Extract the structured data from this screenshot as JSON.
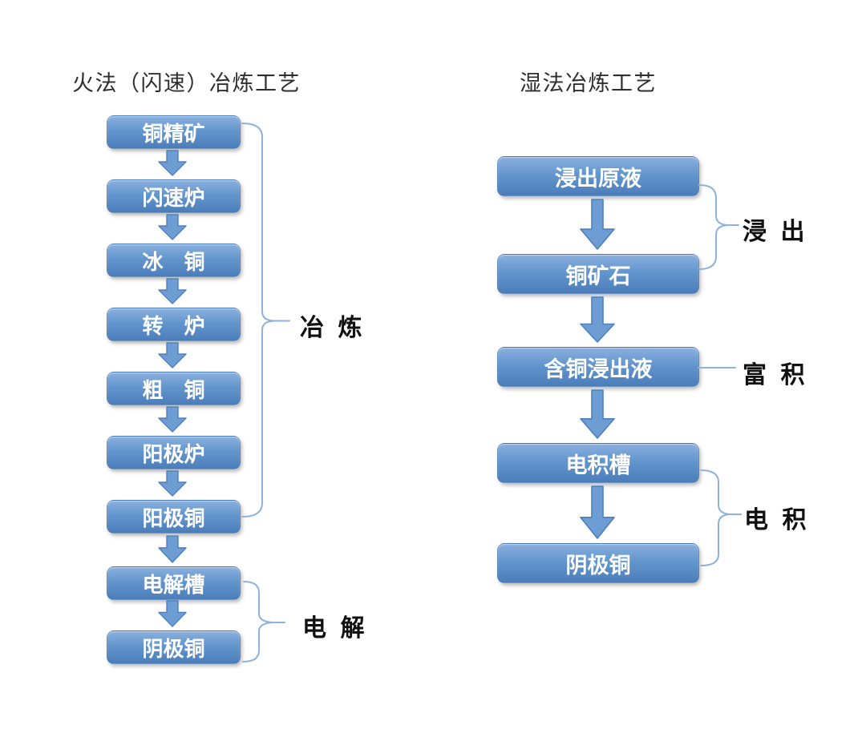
{
  "diagram": {
    "left_process": {
      "title": "火法（闪速）冶炼工艺",
      "steps": [
        "铜精矿",
        "闪速炉",
        "冰　铜",
        "转　炉",
        "粗　铜",
        "阳极炉",
        "阳极铜",
        "电解槽",
        "阴极铜"
      ],
      "stage_labels": {
        "smelting": "冶 炼",
        "electrolysis": "电 解"
      }
    },
    "right_process": {
      "title": "湿法冶炼工艺",
      "steps": [
        "浸出原液",
        "铜矿石",
        "含铜浸出液",
        "电积槽",
        "阴极铜"
      ],
      "stage_labels": {
        "leaching": "浸 出",
        "enrichment": "富 积",
        "electrowinning": "电 积"
      }
    },
    "colors": {
      "box_gradient_top": "#8AB0DE",
      "box_gradient_bottom": "#4B7DB9",
      "arrow_fill": "#6D9DD2",
      "arrow_border": "#4E80BC",
      "bracket_line": "#8FB2DC",
      "box_text": "#FFFFFF",
      "label_text": "#111111",
      "title_text": "#2E2E2E"
    }
  }
}
